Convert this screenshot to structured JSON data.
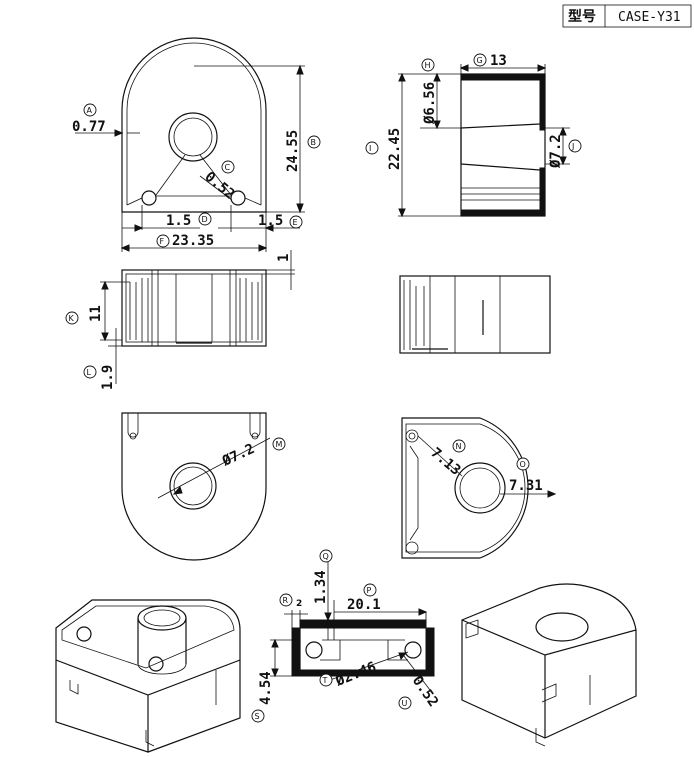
{
  "title_block": {
    "type_label": "型号",
    "model": "CASE-Y31"
  },
  "dimensions": {
    "A": {
      "marker": "A",
      "value": "0.77"
    },
    "B": {
      "marker": "B",
      "value": "24.55"
    },
    "C": {
      "marker": "C",
      "value": "0.52"
    },
    "D": {
      "marker": "D",
      "value": "1.5"
    },
    "E": {
      "marker": "E",
      "value": "1.5"
    },
    "F": {
      "marker": "F",
      "value": "23.35"
    },
    "G": {
      "marker": "G",
      "value": "13"
    },
    "H": {
      "marker": "H",
      "value": "Ø6.56"
    },
    "I": {
      "marker": "I",
      "value": "22.45"
    },
    "J": {
      "marker": "J",
      "value": "Ø7.2"
    },
    "K": {
      "marker": "K",
      "value": "11"
    },
    "L": {
      "marker": "L",
      "value": "1.9"
    },
    "top_gap": {
      "value": "1"
    },
    "M": {
      "marker": "M",
      "value": "Ø7.2"
    },
    "N": {
      "marker": "N",
      "value": "7.13"
    },
    "O": {
      "marker": "O",
      "value": "7.31"
    },
    "P": {
      "marker": "P",
      "value": "20.1"
    },
    "Q": {
      "marker": "Q",
      "value": "1.34"
    },
    "R": {
      "marker": "R",
      "value": "2"
    },
    "S": {
      "marker": "S",
      "value": "4.54"
    },
    "T": {
      "marker": "T",
      "value": "Ø2.46"
    },
    "U": {
      "marker": "U",
      "value": "0.52"
    }
  }
}
